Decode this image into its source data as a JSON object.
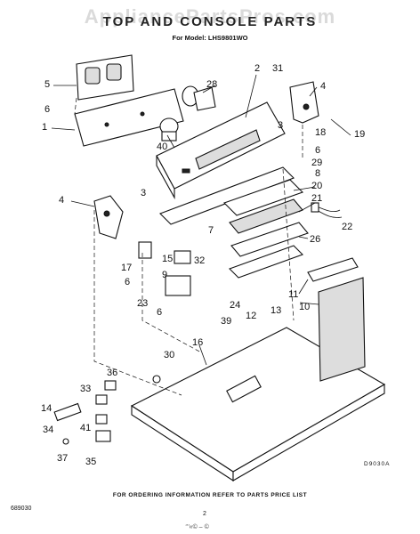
{
  "watermark": "AppliancePartsPros.com",
  "title": "TOP AND CONSOLE PARTS",
  "model": "For Model: LHS9801WO",
  "footer": "FOR ORDERING INFORMATION REFER TO PARTS PRICE LIST",
  "page_number": "2",
  "doc_number": "689030",
  "figure_code": "D9030A",
  "scribble": "‘’‘«© – ©",
  "callouts": {
    "c1": "1",
    "c2": "2",
    "c3": "3",
    "c3b": "3",
    "c4": "4",
    "c4b": "4",
    "c5": "5",
    "c6": "6",
    "c6b": "6",
    "c6c": "6",
    "c6d": "6",
    "c7": "7",
    "c8": "8",
    "c9": "9",
    "c10": "10",
    "c11": "11",
    "c12": "12",
    "c13": "13",
    "c14": "14",
    "c15": "15",
    "c16": "16",
    "c17": "17",
    "c18": "18",
    "c19": "19",
    "c20": "20",
    "c21": "21",
    "c22": "22",
    "c23": "23",
    "c24": "24",
    "c26": "26",
    "c28": "28",
    "c29": "29",
    "c30": "30",
    "c31": "31",
    "c32": "32",
    "c33": "33",
    "c34": "34",
    "c35": "35",
    "c36": "36",
    "c37": "37",
    "c39": "39",
    "c40": "40",
    "c41": "41"
  }
}
